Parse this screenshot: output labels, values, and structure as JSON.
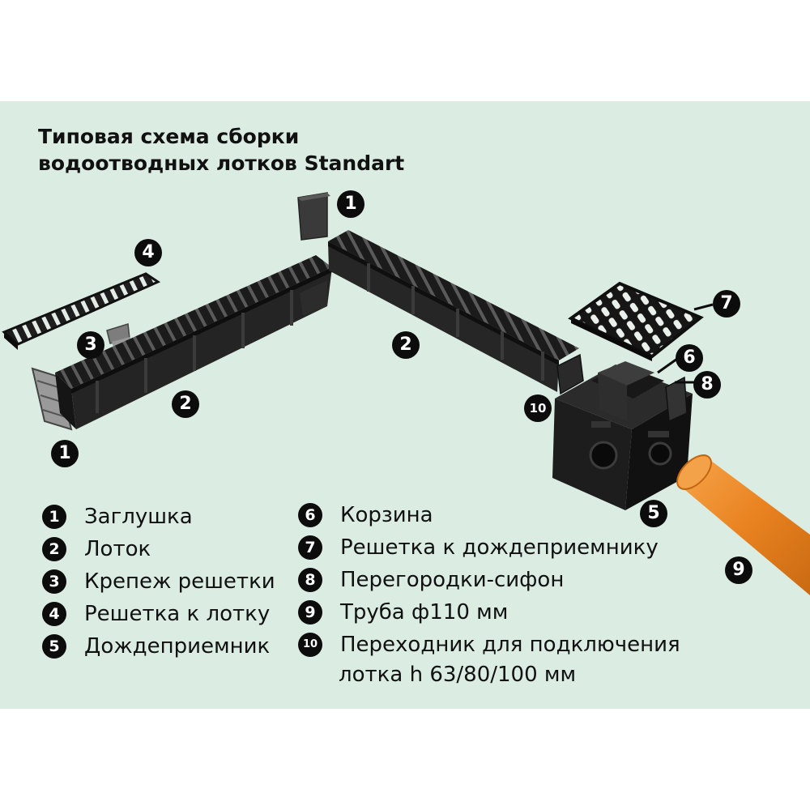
{
  "title": {
    "line1": "Типовая схема сборки",
    "line2": "водоотводных лотков Standart"
  },
  "colors": {
    "background": "#dbece3",
    "parts": "#1c1c1c",
    "pipe": "#f08c2a",
    "callout": "#0c0c0c"
  },
  "callouts": {
    "c1a": "1",
    "c1b": "1",
    "c2a": "2",
    "c2b": "2",
    "c3": "3",
    "c4": "4",
    "c5": "5",
    "c6": "6",
    "c7": "7",
    "c8": "8",
    "c9": "9",
    "c10": "10"
  },
  "legend": [
    {
      "num": "1",
      "text": "Заглушка"
    },
    {
      "num": "2",
      "text": "Лоток"
    },
    {
      "num": "3",
      "text": "Крепеж решетки"
    },
    {
      "num": "4",
      "text": "Решетка к лотку"
    },
    {
      "num": "5",
      "text": "Дождеприемник"
    },
    {
      "num": "6",
      "text": "Корзина"
    },
    {
      "num": "7",
      "text": "Решетка к дождеприемнику"
    },
    {
      "num": "8",
      "text": "Перегородки-сифон"
    },
    {
      "num": "9",
      "text": "Труба ф110 мм"
    },
    {
      "num": "10",
      "text": "Переходник для подключения",
      "text2": "лотка h 63/80/100 мм"
    }
  ]
}
